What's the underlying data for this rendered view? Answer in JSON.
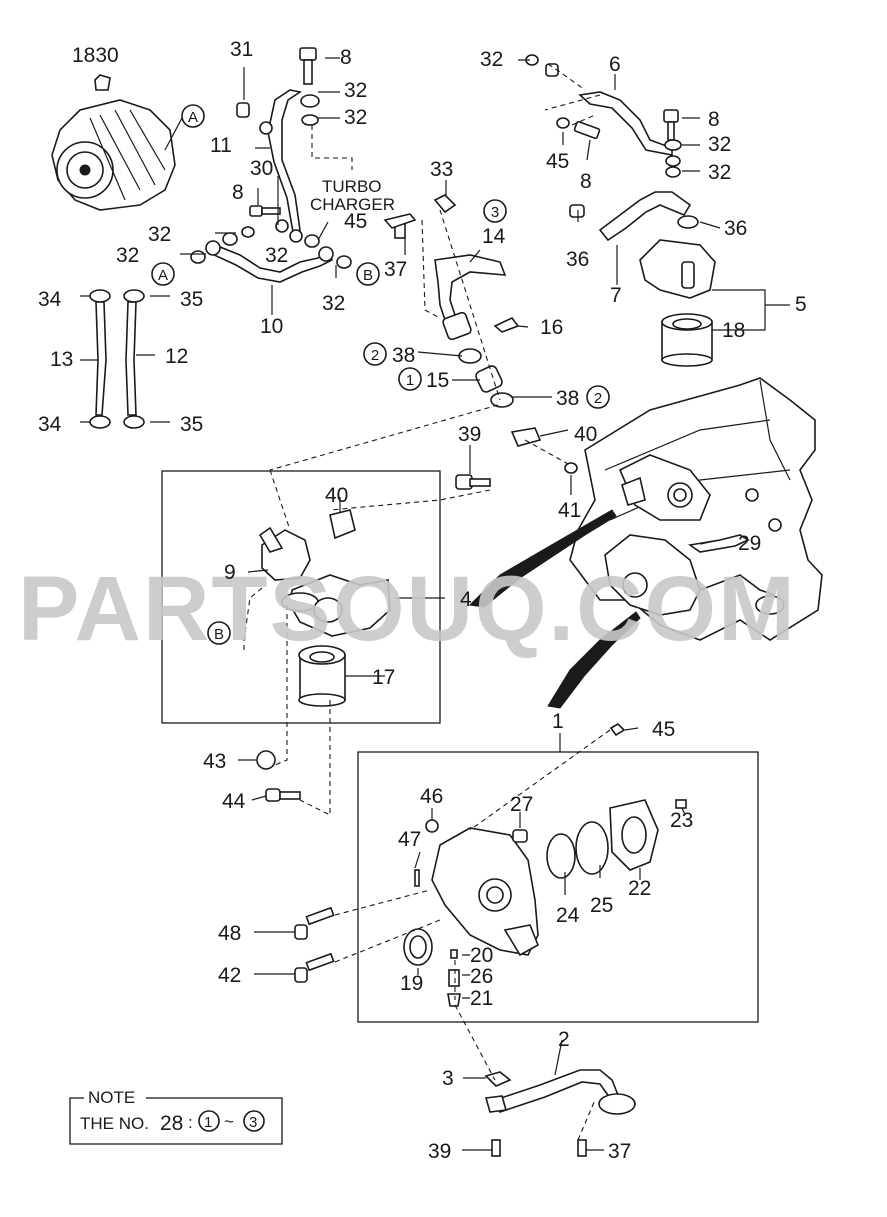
{
  "diagram": {
    "watermark": "PARTSOUQ.COM",
    "turbo_label": [
      "TURBO",
      "CHARGER"
    ],
    "note": {
      "title": "NOTE",
      "text": "THE NO.",
      "number": "28",
      "separator": ":",
      "range_start": "1",
      "range_sep": "~",
      "range_end": "3"
    },
    "labels": [
      {
        "id": "1830",
        "text": "1830"
      },
      {
        "id": "31",
        "text": "31"
      },
      {
        "id": "8a",
        "text": "8"
      },
      {
        "id": "32a",
        "text": "32"
      },
      {
        "id": "32b",
        "text": "32"
      },
      {
        "id": "11",
        "text": "11"
      },
      {
        "id": "30",
        "text": "30"
      },
      {
        "id": "8b",
        "text": "8"
      },
      {
        "id": "32c",
        "text": "32"
      },
      {
        "id": "32d",
        "text": "32"
      },
      {
        "id": "32e",
        "text": "32"
      },
      {
        "id": "45a",
        "text": "45"
      },
      {
        "id": "32f",
        "text": "32"
      },
      {
        "id": "10",
        "text": "10"
      },
      {
        "id": "34a",
        "text": "34"
      },
      {
        "id": "35a",
        "text": "35"
      },
      {
        "id": "13",
        "text": "13"
      },
      {
        "id": "12",
        "text": "12"
      },
      {
        "id": "34b",
        "text": "34"
      },
      {
        "id": "35b",
        "text": "35"
      },
      {
        "id": "33",
        "text": "33"
      },
      {
        "id": "14",
        "text": "14"
      },
      {
        "id": "37a",
        "text": "37"
      },
      {
        "id": "16",
        "text": "16"
      },
      {
        "id": "38a",
        "text": "38"
      },
      {
        "id": "15",
        "text": "15"
      },
      {
        "id": "38b",
        "text": "38"
      },
      {
        "id": "32g",
        "text": "32"
      },
      {
        "id": "6",
        "text": "6"
      },
      {
        "id": "8c",
        "text": "8"
      },
      {
        "id": "32h",
        "text": "32"
      },
      {
        "id": "45b",
        "text": "45"
      },
      {
        "id": "8d",
        "text": "8"
      },
      {
        "id": "32i",
        "text": "32"
      },
      {
        "id": "36a",
        "text": "36"
      },
      {
        "id": "36b",
        "text": "36"
      },
      {
        "id": "7",
        "text": "7"
      },
      {
        "id": "5",
        "text": "5"
      },
      {
        "id": "18",
        "text": "18"
      },
      {
        "id": "39a",
        "text": "39"
      },
      {
        "id": "40a",
        "text": "40"
      },
      {
        "id": "41",
        "text": "41"
      },
      {
        "id": "40b",
        "text": "40"
      },
      {
        "id": "9",
        "text": "9"
      },
      {
        "id": "4",
        "text": "4"
      },
      {
        "id": "17",
        "text": "17"
      },
      {
        "id": "29",
        "text": "29"
      },
      {
        "id": "43",
        "text": "43"
      },
      {
        "id": "44",
        "text": "44"
      },
      {
        "id": "1",
        "text": "1"
      },
      {
        "id": "45c",
        "text": "45"
      },
      {
        "id": "46",
        "text": "46"
      },
      {
        "id": "27",
        "text": "27"
      },
      {
        "id": "23",
        "text": "23"
      },
      {
        "id": "47",
        "text": "47"
      },
      {
        "id": "22",
        "text": "22"
      },
      {
        "id": "25",
        "text": "25"
      },
      {
        "id": "24",
        "text": "24"
      },
      {
        "id": "48",
        "text": "48"
      },
      {
        "id": "20",
        "text": "20"
      },
      {
        "id": "26",
        "text": "26"
      },
      {
        "id": "42",
        "text": "42"
      },
      {
        "id": "19",
        "text": "19"
      },
      {
        "id": "21",
        "text": "21"
      },
      {
        "id": "2",
        "text": "2"
      },
      {
        "id": "3",
        "text": "3"
      },
      {
        "id": "39b",
        "text": "39"
      },
      {
        "id": "37b",
        "text": "37"
      }
    ],
    "circled": [
      {
        "id": "A1",
        "text": "A"
      },
      {
        "id": "A2",
        "text": "A"
      },
      {
        "id": "B1",
        "text": "B"
      },
      {
        "id": "B2",
        "text": "B"
      },
      {
        "id": "c3",
        "text": "3"
      },
      {
        "id": "c2a",
        "text": "2"
      },
      {
        "id": "c1",
        "text": "1"
      },
      {
        "id": "c2b",
        "text": "2"
      }
    ]
  }
}
